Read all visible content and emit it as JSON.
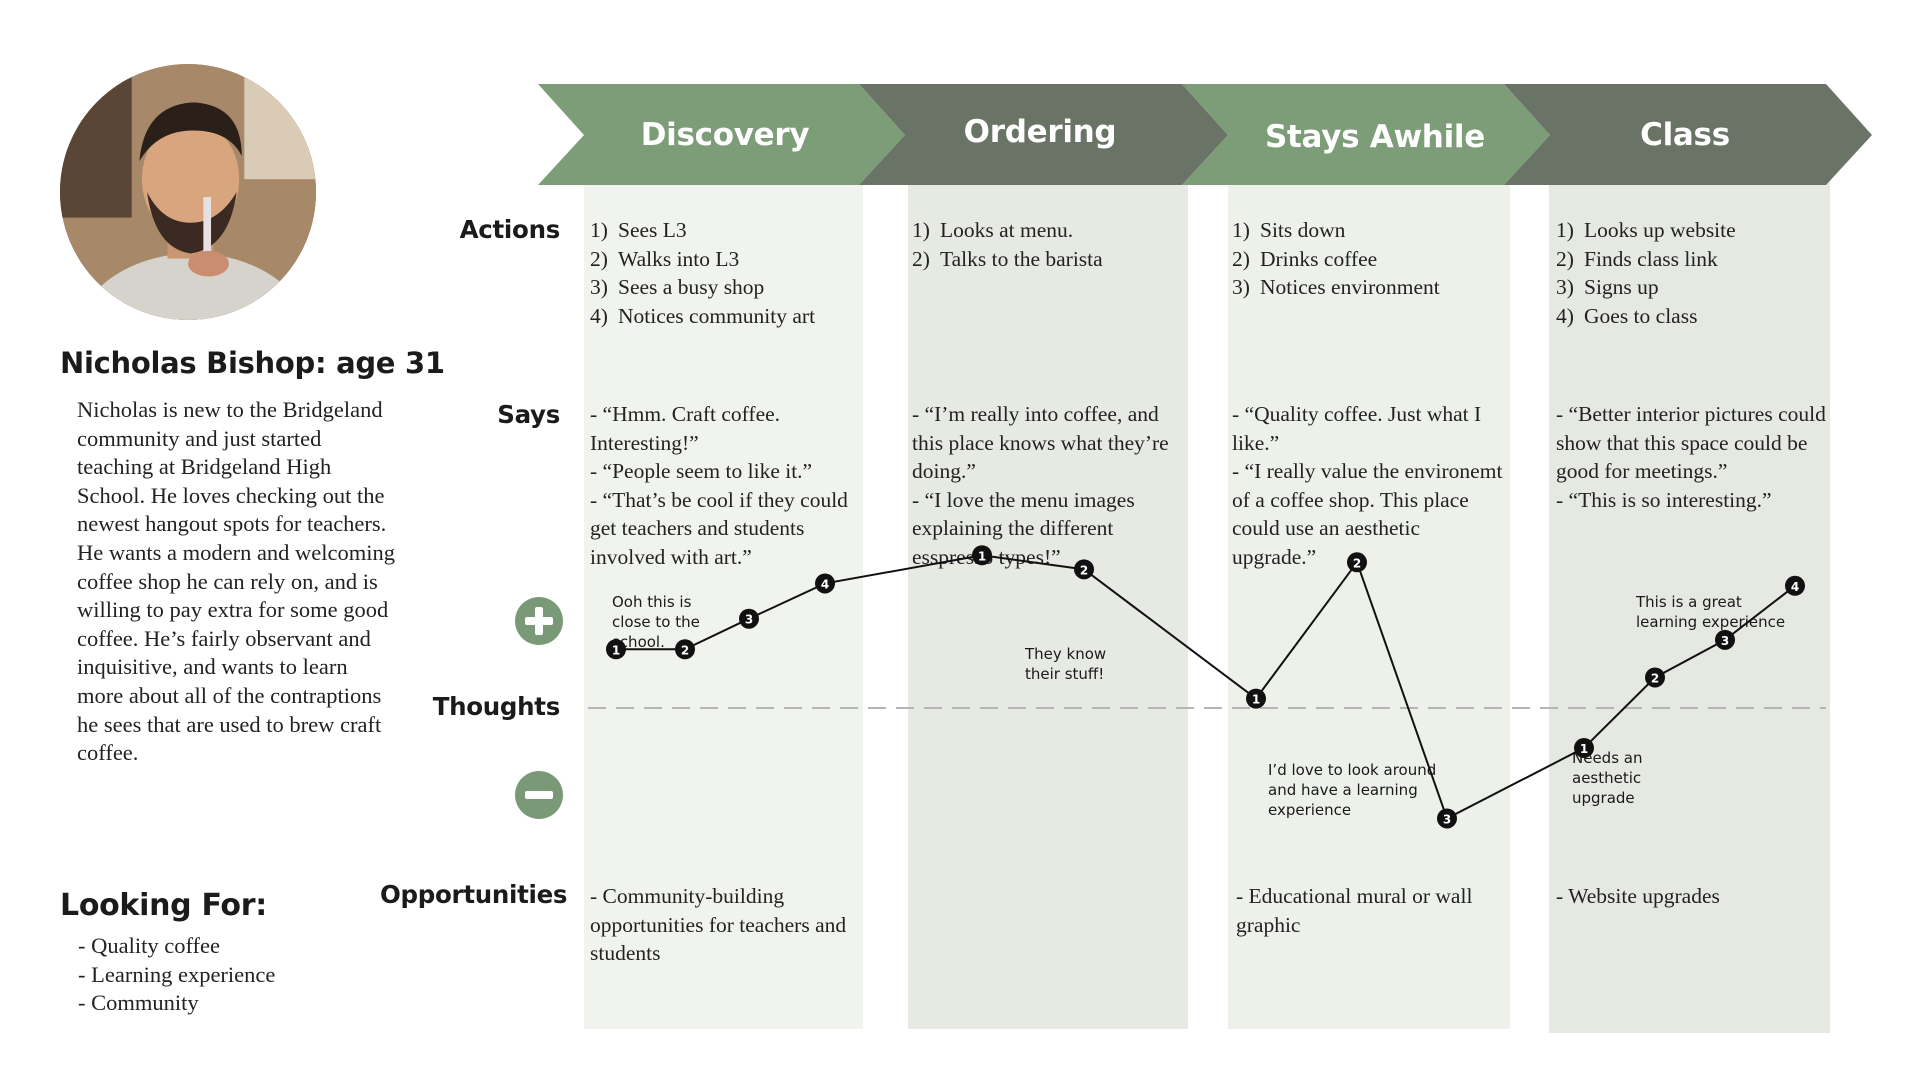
{
  "persona": {
    "name": "Nicholas Bishop: age 31",
    "bio": "Nicholas is new to the Bridgeland community and just started teaching at Bridgeland High School. He loves checking out the newest hangout spots for teachers. He wants a modern and welcoming coffee shop he can rely on, and is willing to pay extra for some good coffee. He’s fairly observant and inquisitive, and wants to learn more about all of the contraptions he sees that are used to brew craft coffee.",
    "looking_for_title": "Looking For:",
    "looking_for": [
      "Quality coffee",
      "Learning experience",
      "Community"
    ]
  },
  "stages": [
    {
      "label": "Discovery"
    },
    {
      "label": "Ordering"
    },
    {
      "label": "Stays Awhile"
    },
    {
      "label": "Class"
    }
  ],
  "rows": {
    "actions": "Actions",
    "says": "Says",
    "thoughts": "Thoughts",
    "opportunities": "Opportunities"
  },
  "actions": [
    [
      "Sees L3",
      "Walks into L3",
      "Sees a busy shop",
      "Notices community art"
    ],
    [
      "Looks at menu.",
      "Talks to the barista"
    ],
    [
      "Sits down",
      "Drinks coffee",
      "Notices environment"
    ],
    [
      "Looks up website",
      "Finds class link",
      "Signs up",
      "Goes to class"
    ]
  ],
  "says": [
    "- “Hmm. Craft coffee. Interesting!”\n- “People seem to like it.”\n- “That’s be cool if they could get teachers and students involved with art.”",
    "- “I’m really into coffee, and this place knows what they’re doing.”\n- “I love the menu images explaining the different esspresso types!”",
    "- “Quality coffee. Just what I like.”\n- “I really value the environemt of a coffee shop. This place could use an aesthetic upgrade.”",
    "- “Better interior pictures could show that this space could be good for meetings.”\n- “This is so interesting.”"
  ],
  "opportunities": [
    "-  Community-building opportunities for teachers and students",
    "",
    "-  Educational mural or wall graphic",
    "-  Website upgrades"
  ],
  "thought_notes": {
    "discovery": "Ooh this is close to the school.",
    "ordering": "They know their stuff!",
    "stays": "I’d love to look around and have a learning experience",
    "class_low": "Needs an aesthetic upgrade",
    "class_high": "This is a great learning experience"
  },
  "chart_data": {
    "type": "line",
    "title": "",
    "ylim": [
      -1,
      1
    ],
    "series": [
      {
        "points": [
          {
            "stage": "Discovery",
            "n": "1",
            "y": 0.25
          },
          {
            "stage": "Discovery",
            "n": "2",
            "y": 0.25
          },
          {
            "stage": "Discovery",
            "n": "3",
            "y": 0.38
          },
          {
            "stage": "Discovery",
            "n": "4",
            "y": 0.53
          },
          {
            "stage": "Ordering",
            "n": "1",
            "y": 0.65
          },
          {
            "stage": "Ordering",
            "n": "2",
            "y": 0.59
          },
          {
            "stage": "Stays Awhile",
            "n": "1",
            "y": 0.04
          },
          {
            "stage": "Stays Awhile",
            "n": "2",
            "y": 0.62
          },
          {
            "stage": "Stays Awhile",
            "n": "3",
            "y": -0.47
          },
          {
            "stage": "Class",
            "n": "1",
            "y": -0.17
          },
          {
            "stage": "Class",
            "n": "2",
            "y": 0.13
          },
          {
            "stage": "Class",
            "n": "3",
            "y": 0.29
          },
          {
            "stage": "Class",
            "n": "4",
            "y": 0.52
          }
        ]
      }
    ]
  },
  "colors": {
    "stage_light": "#7d9c78",
    "stage_dark": "#6a7466",
    "icon": "#7a9a77"
  }
}
